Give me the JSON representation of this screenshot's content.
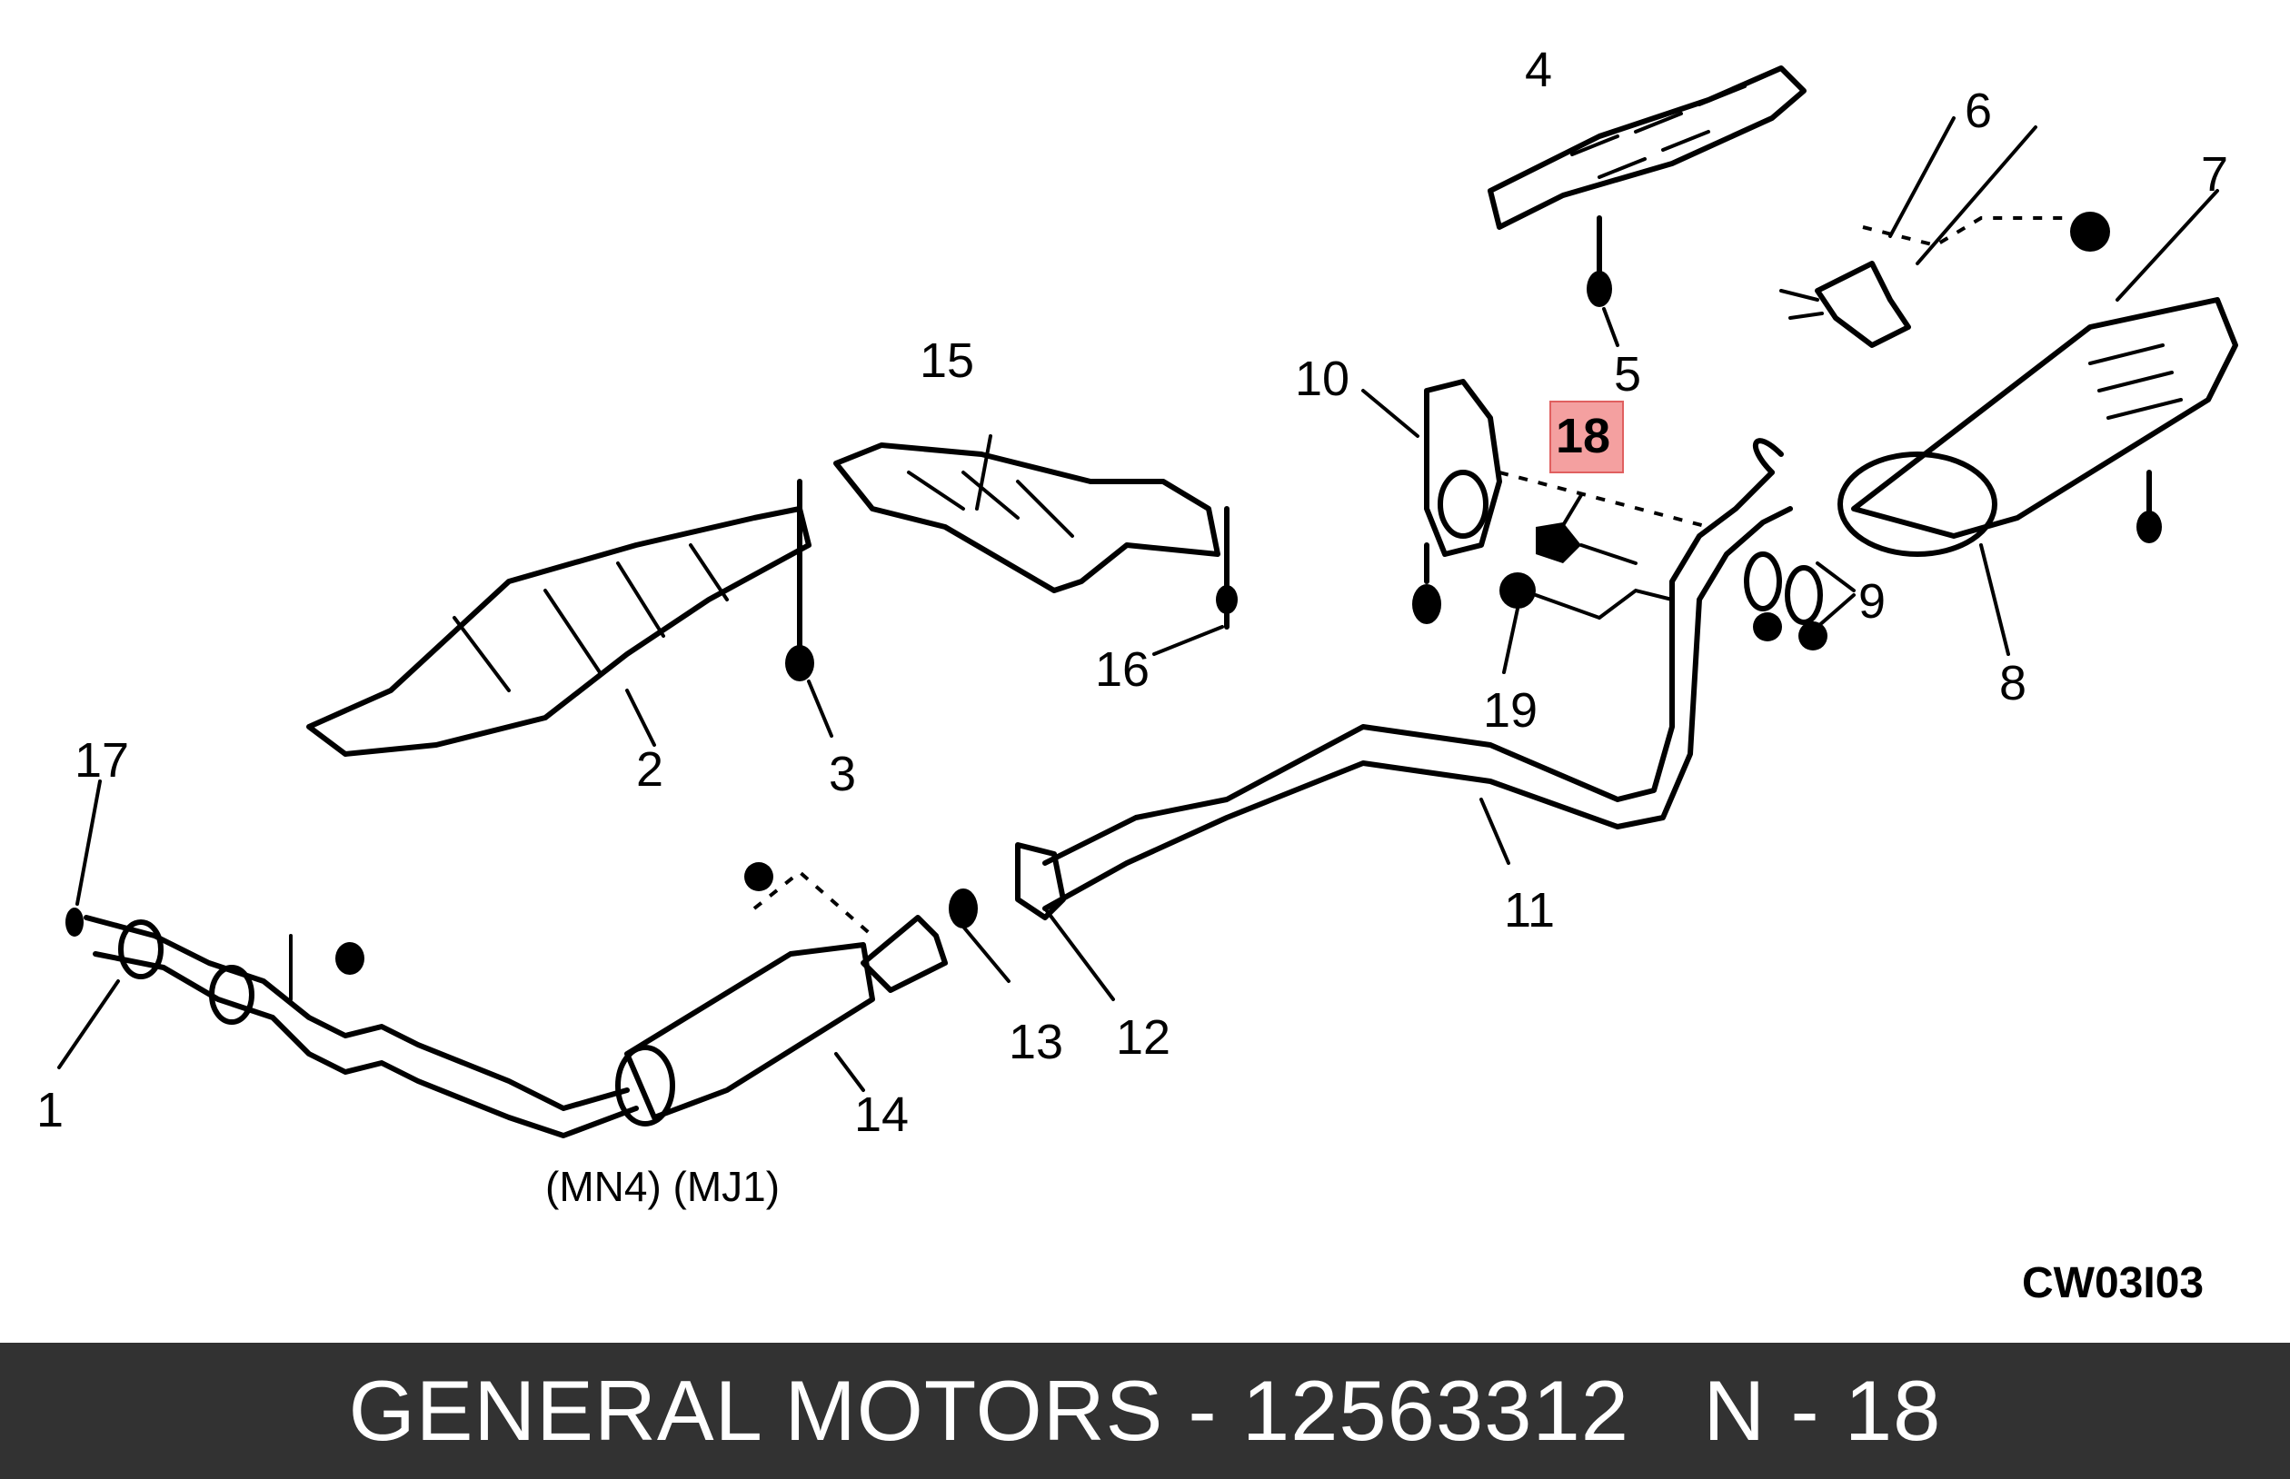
{
  "callouts": {
    "c1": "1",
    "c2": "2",
    "c3": "3",
    "c4": "4",
    "c5": "5",
    "c6": "6",
    "c7": "7",
    "c8": "8",
    "c9": "9",
    "c10": "10",
    "c11": "11",
    "c12": "12",
    "c13": "13",
    "c14": "14",
    "c15": "15",
    "c16": "16",
    "c17": "17",
    "c18": "18",
    "c19": "19"
  },
  "variant_label": "(MN4)  (MJ1)",
  "diagram_code": "CW03I03",
  "footer": {
    "text": "GENERAL MOTORS - 12563312   N - 18"
  },
  "colors": {
    "highlight": "#f4a0a0",
    "footer_bg": "#323232",
    "footer_text": "#ffffff"
  }
}
